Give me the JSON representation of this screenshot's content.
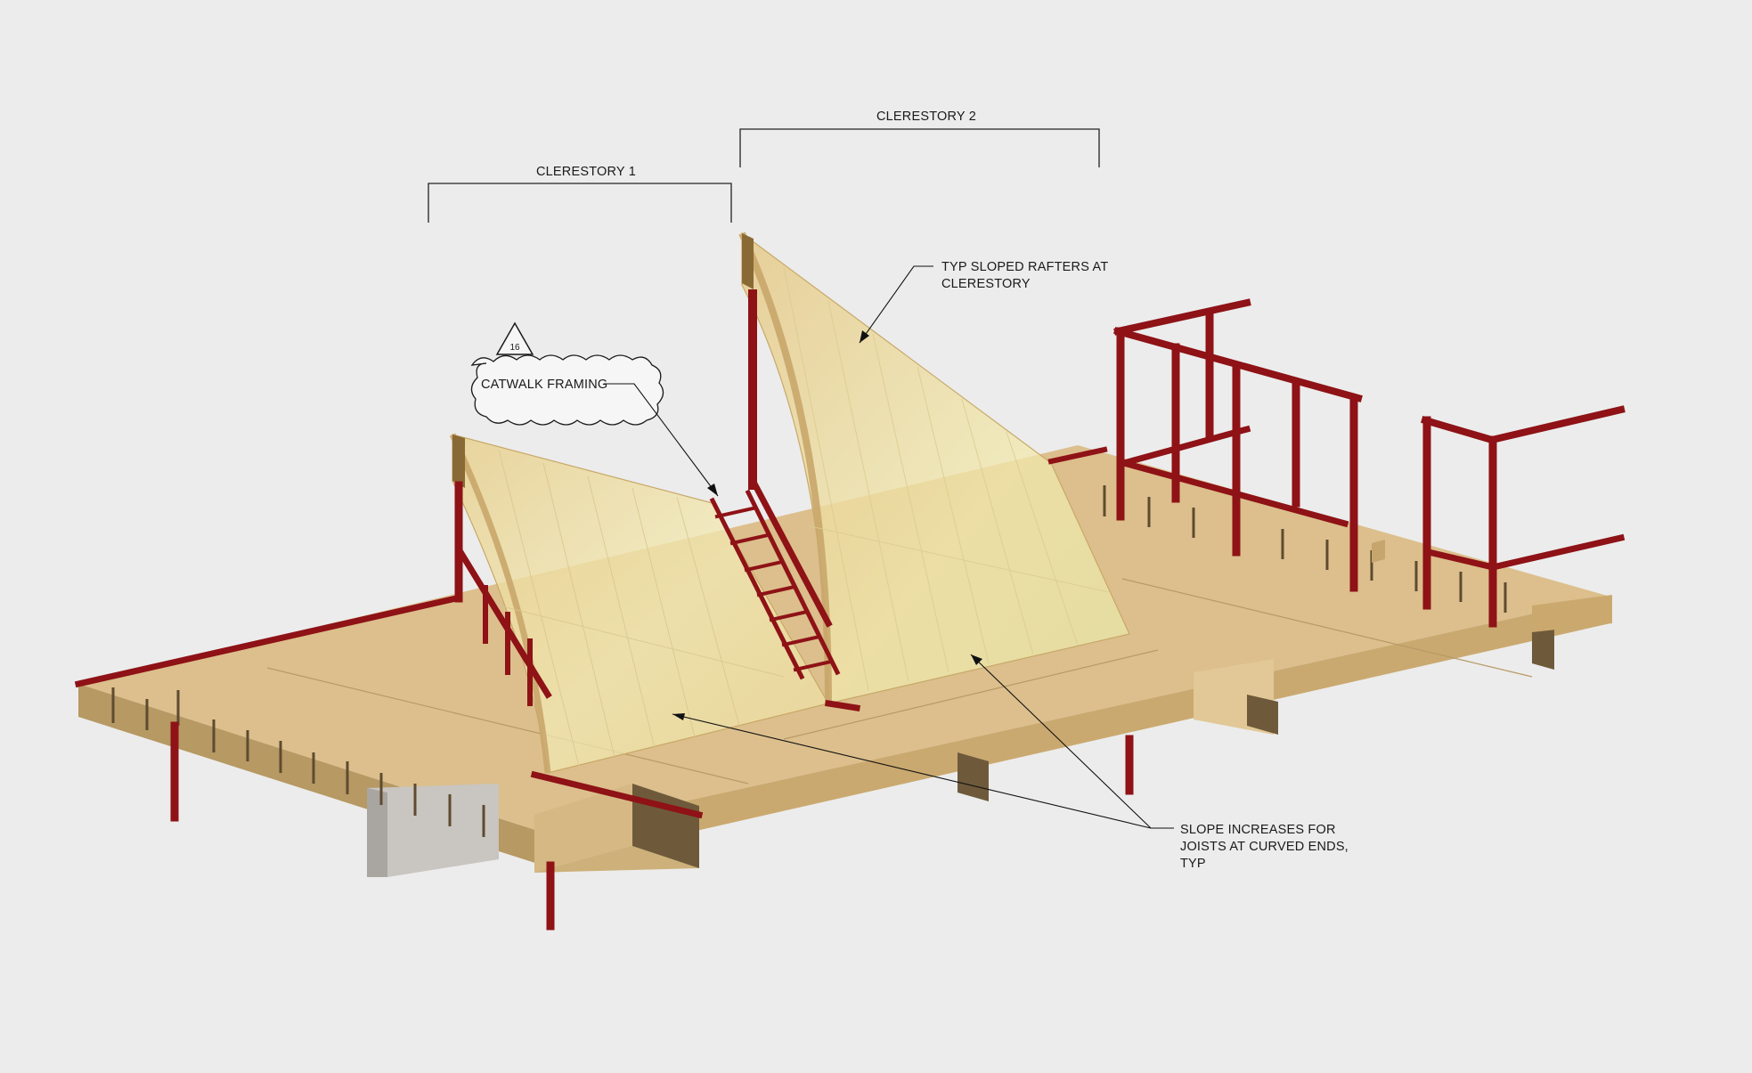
{
  "annotations": {
    "clerestory_1": "CLERESTORY 1",
    "clerestory_2": "CLERESTORY 2",
    "rafters_line1": "TYP SLOPED RAFTERS AT",
    "rafters_line2": "CLERESTORY",
    "catwalk": "CATWALK FRAMING",
    "revision_tag": "16",
    "slope_line1": "SLOPE INCREASES FOR",
    "slope_line2": "JOISTS AT CURVED ENDS,",
    "slope_line3": "TYP"
  },
  "colors": {
    "background": "#ececec",
    "steel": "#8e1216",
    "timber": "#dfc392",
    "glazing": "#f2e7a6"
  }
}
